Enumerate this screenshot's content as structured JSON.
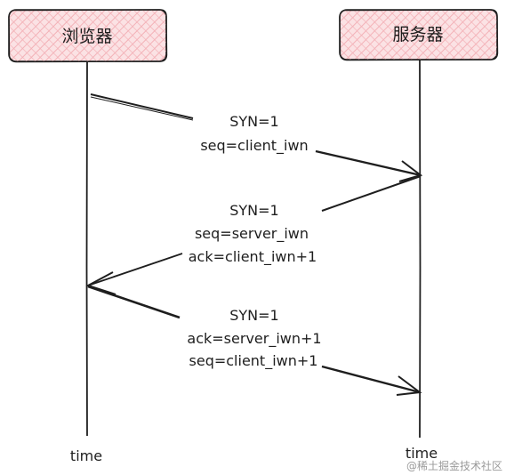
{
  "participants": {
    "left": {
      "label": "浏览器",
      "time_label": "time"
    },
    "right": {
      "label": "服务器",
      "time_label": "time"
    }
  },
  "messages": [
    {
      "direction": "right",
      "lines": [
        "SYN=1",
        "seq=client_iwn"
      ]
    },
    {
      "direction": "left",
      "lines": [
        "SYN=1",
        "seq=server_iwn",
        "ack=client_iwn+1"
      ]
    },
    {
      "direction": "right",
      "lines": [
        "SYN=1",
        "ack=server_iwn+1",
        "seq=client_iwn+1"
      ]
    }
  ],
  "watermark": "@稀土掘金技术社区",
  "colors": {
    "box_fill": "#fbe2e4",
    "box_hatch": "#f3b1b7",
    "stroke": "#1e1e1e"
  }
}
